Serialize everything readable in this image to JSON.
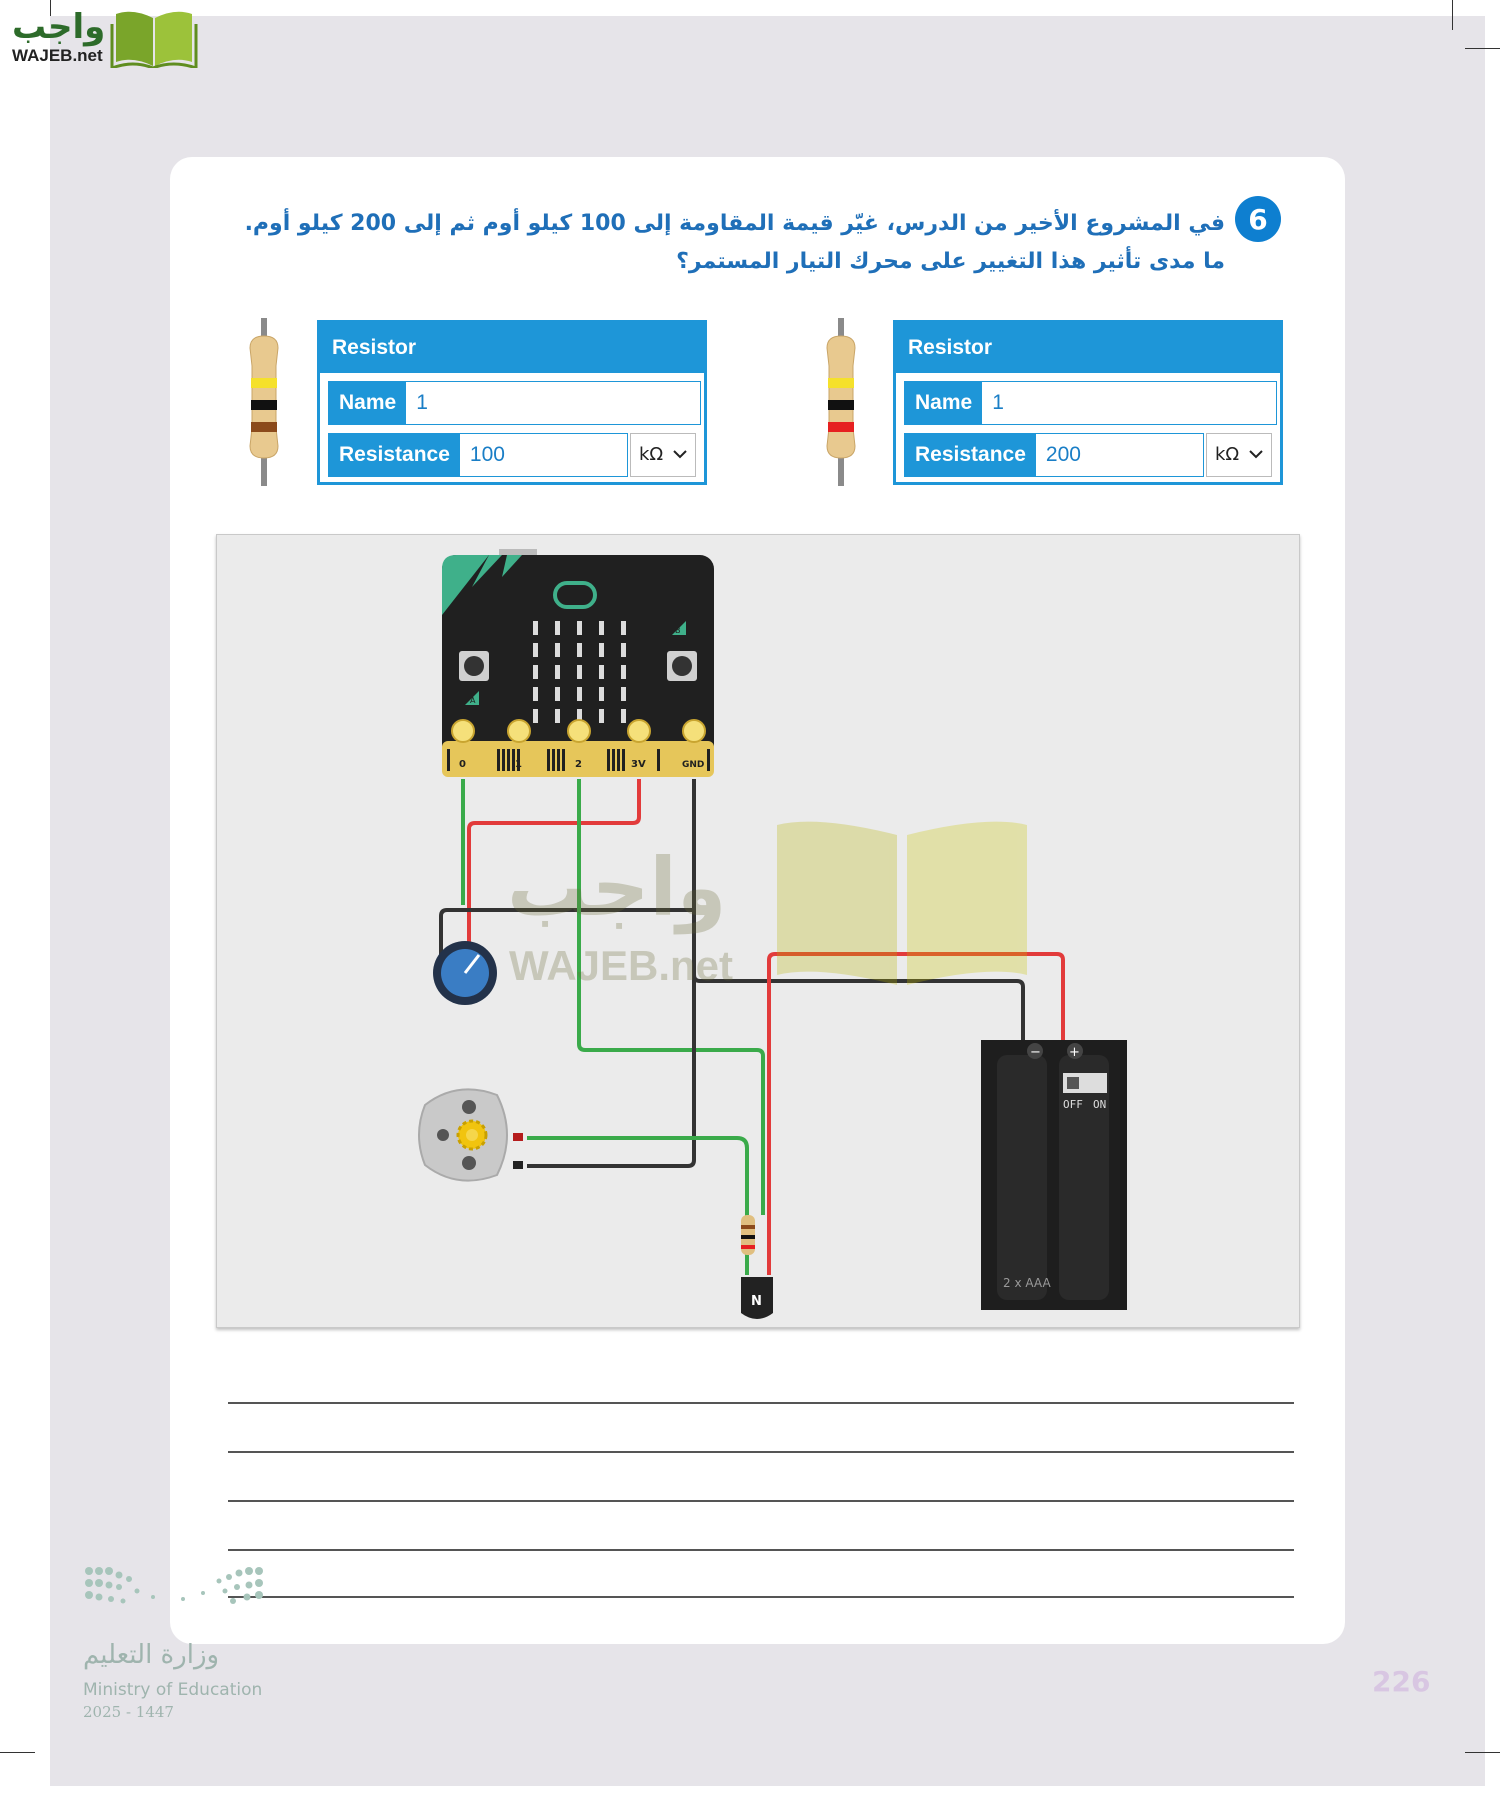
{
  "brand": {
    "arabic": "واجب",
    "latin": "WAJEB.net"
  },
  "question": {
    "number": "6",
    "text": "في المشروع الأخير من الدرس، غيّر قيمة المقاومة إلى 100 كيلو أوم ثم إلى 200 كيلو أوم. ما مدى تأثير هذا التغيير على محرك التيار المستمر؟"
  },
  "resistor_panels": [
    {
      "title": "Resistor",
      "name_label": "Name",
      "name_value": "1",
      "resistance_label": "Resistance",
      "resistance_value": "100",
      "unit": "kΩ"
    },
    {
      "title": "Resistor",
      "name_label": "Name",
      "name_value": "1",
      "resistance_label": "Resistance",
      "resistance_value": "200",
      "unit": "kΩ"
    }
  ],
  "circuit": {
    "pins": [
      "0",
      "1",
      "2",
      "3V",
      "GND"
    ],
    "button_a": "A",
    "button_b": "B",
    "transistor_label": "N",
    "battery": {
      "off": "OFF",
      "on": "ON",
      "type": "2 x AAA",
      "minus": "−",
      "plus": "+"
    }
  },
  "watermark": {
    "arabic": "واجب",
    "latin": "WAJEB.net"
  },
  "footer": {
    "ministry_ar": "وزارة التعليم",
    "ministry_en": "Ministry of Education",
    "years": "2025 - 1447",
    "page_number": "226"
  },
  "colors": {
    "accent_blue": "#1e96d8",
    "question_blue": "#1f6fb8",
    "wire_green": "#3aaa4a",
    "wire_red": "#e23b3b",
    "wire_black": "#333333"
  }
}
